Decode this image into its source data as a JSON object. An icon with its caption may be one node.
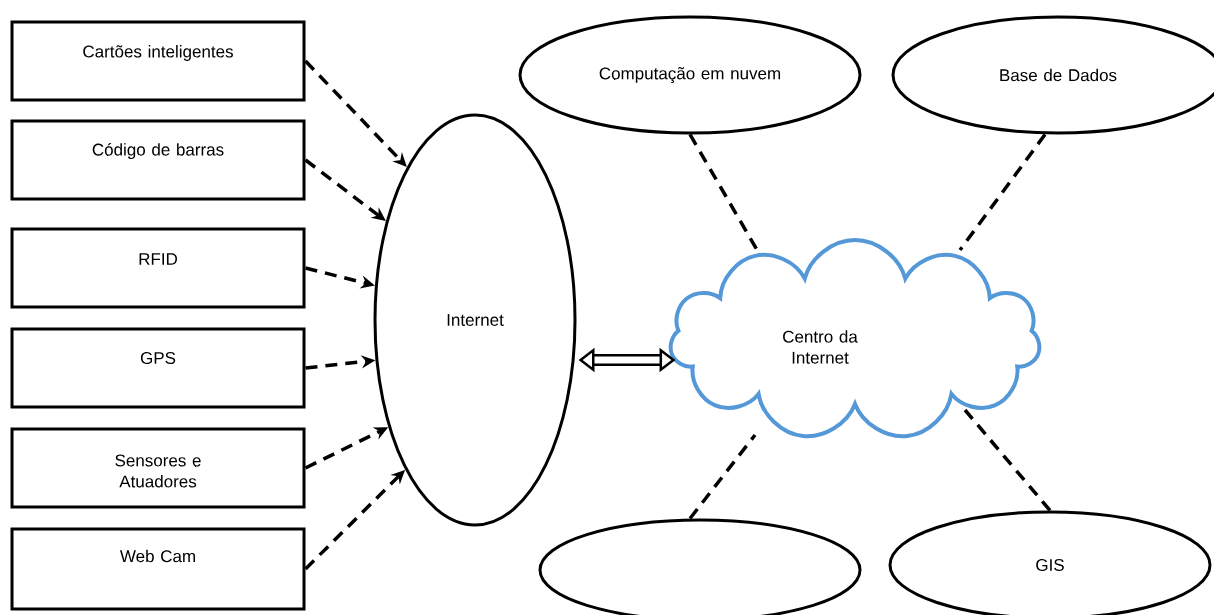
{
  "diagram": {
    "nodes": [
      {
        "text": [
          "Cartões inteligentes"
        ]
      },
      {
        "text": [
          "Código de barras"
        ]
      },
      {
        "text": [
          "RFID"
        ]
      },
      {
        "text": [
          "GPS"
        ]
      },
      {
        "text": [
          "Sensores e Atuadores"
        ]
      },
      {
        "text": [
          "Web Cam"
        ]
      },
      {
        "text": [
          "Internet"
        ]
      },
      {
        "text": [
          "Centro da Internet"
        ]
      },
      {
        "text": [
          "Computação em nuvem"
        ]
      },
      {
        "text": [
          "Base de Dados"
        ]
      },
      {
        "text": [],
        "shape": "ellipse"
      },
      {
        "text": [
          "GIS"
        ]
      }
    ],
    "edges": [
      {
        "from": 0,
        "to": 6,
        "arrow": "to",
        "style": "dashed"
      },
      {
        "from": 1,
        "to": 6,
        "arrow": "to",
        "style": "dashed"
      },
      {
        "from": 2,
        "to": 6,
        "arrow": "to",
        "style": "dashed"
      },
      {
        "from": 3,
        "to": 6,
        "arrow": "to",
        "style": "dashed"
      },
      {
        "from": 4,
        "to": 6,
        "arrow": "to",
        "style": "dashed"
      },
      {
        "from": 5,
        "to": 6,
        "arrow": "to",
        "style": "dashed"
      },
      {
        "from": 6,
        "to": 7,
        "arrow": "both",
        "style": "thick"
      },
      {
        "from": 8,
        "to": 7,
        "arrow": "none",
        "style": "dashed"
      },
      {
        "from": 9,
        "to": 7,
        "arrow": "none",
        "style": "dashed"
      },
      {
        "from": 10,
        "to": 7,
        "arrow": "none",
        "style": "dashed"
      },
      {
        "from": 11,
        "to": 7,
        "arrow": "none",
        "style": "dashed"
      }
    ]
  }
}
